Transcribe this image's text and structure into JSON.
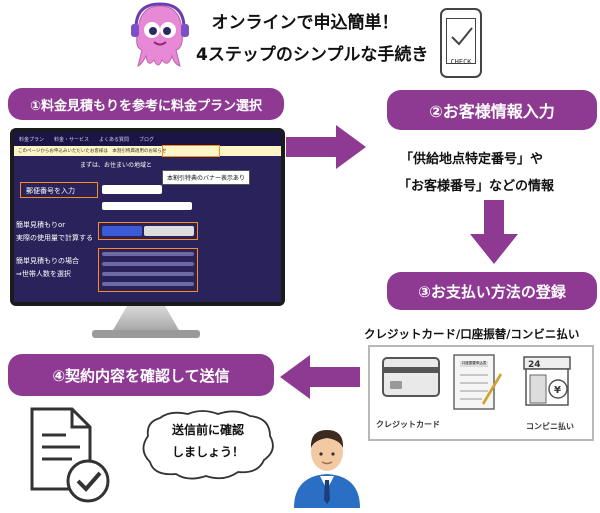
{
  "header": {
    "line1": "オンラインで申込簡単！",
    "line2": "4ステップのシンプルな手続き",
    "phone_label": "CHECK"
  },
  "steps": {
    "step1": "①料金見積もりを参考に料金プラン選択",
    "step2": "②お客様情報入力",
    "step3": "③お支払い方法の登録",
    "step4": "④契約内容を確認して送信"
  },
  "info_text": {
    "line1": "「供給地点特定番号」や",
    "line2": "「お客様番号」などの情報"
  },
  "payment": {
    "title": "クレジットカード/口座振替/コンビニ払い",
    "credit_label": "クレジットカード",
    "konbini_label": "コンビニ払い",
    "form_label": "口座振替申込書"
  },
  "bubble": {
    "line1": "送信前に確認",
    "line2": "しましょう！"
  },
  "screen": {
    "nav": "料金プラン　　料金・サービス　　よくある質問　　ブログ",
    "banner": "このページからお申込みいただいたお客様は　本割引特典適用のお知らせ",
    "note": "本割引特典のバナー表示あり",
    "heading": "まずは、お住まいの地域と",
    "zip_label": "郵便番号を入力",
    "estimate_line1": "簡単見積もりor",
    "estimate_line2": "実際の使用量で計算する",
    "simple_line1": "簡単見積もりの場合",
    "simple_line2": "⇒世帯人数を選択"
  },
  "colors": {
    "accent": "#8e3a93",
    "screen_bg": "#2a225a",
    "highlight": "#ff8a1e"
  }
}
